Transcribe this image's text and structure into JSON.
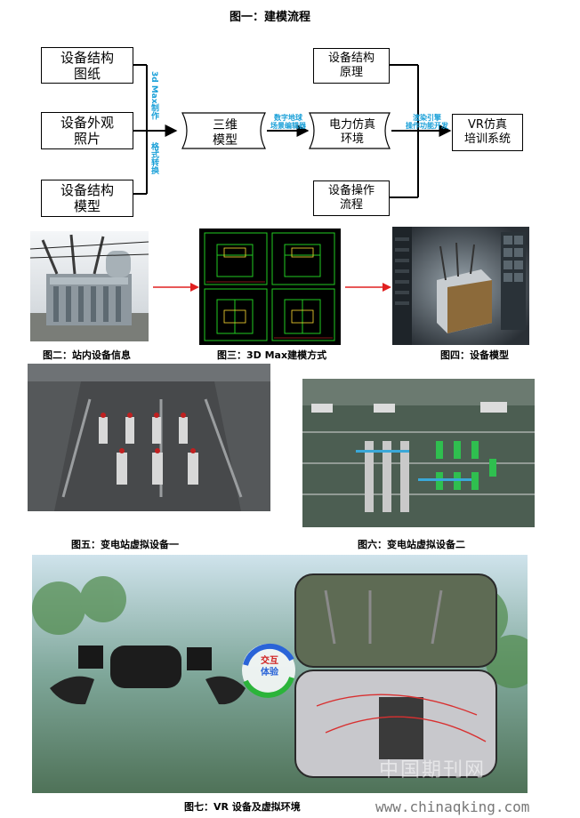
{
  "figure1": {
    "title": "图一：建模流程",
    "inputs": [
      "设备结构图纸",
      "设备外观照片",
      "设备结构模型"
    ],
    "input_lines": [
      [
        "设备结构",
        "图纸"
      ],
      [
        "设备外观",
        "照片"
      ],
      [
        "设备结构",
        "模型"
      ]
    ],
    "annotation_top": "3d Max制作",
    "annotation_bottom": "格式转换",
    "node_3d": [
      "三维",
      "模型"
    ],
    "annotation_mid": [
      "数字地球",
      "场景编辑器"
    ],
    "node_sim": [
      "电力仿真",
      "环境"
    ],
    "side_top": [
      "设备结构",
      "原理"
    ],
    "side_bottom": [
      "设备操作",
      "流程"
    ],
    "annotation_right": [
      "渲染引擎",
      "操作功能开发"
    ],
    "node_vr": [
      "VR仿真",
      "培训系统"
    ]
  },
  "captions": {
    "fig2": "图二：站内设备信息",
    "fig3": "图三：3D Max建模方式",
    "fig4": "图四：设备模型",
    "fig5": "图五：变电站虚拟设备一",
    "fig6": "图六：变电站虚拟设备二",
    "fig7": "图七：VR 设备及虚拟环境"
  },
  "fig7_badge": [
    "交互",
    "体验"
  ],
  "watermark": "中国期刊网",
  "site_url": "www.chinaqking.com",
  "colors": {
    "annotation_blue": "#1aa0d8",
    "arrow_red": "#e02020",
    "cad_green": "#22cc22"
  }
}
